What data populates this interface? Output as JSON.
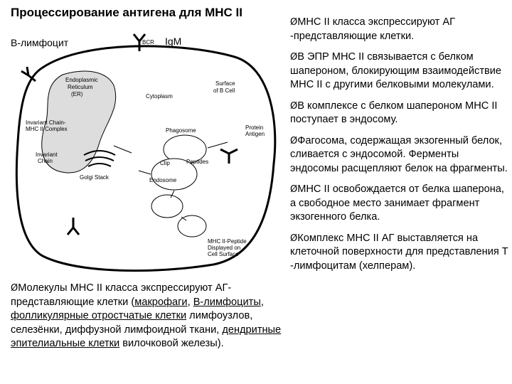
{
  "header": {
    "title": "Процессирование антигена для MHC II",
    "b_cell_label": "В-лимфоцит",
    "igm_label": "IgM",
    "bcr_label": "BCR"
  },
  "diagram": {
    "labels": {
      "er": "Endoplasmic Reticulum (ER)",
      "er_line1": "Endoplasmic",
      "er_line2": "Reticulum",
      "er_line3": "(ER)",
      "cytoplasm": "Cytoplasm",
      "surface1": "Surface",
      "surface2": "of B Cell",
      "complex1": "Invariant Chain-",
      "complex2": "MHC II Complex",
      "invariant1": "Invariant",
      "invariant2": "Chain",
      "golgi": "Golgi Stack",
      "phagosome": "Phagosome",
      "protein1": "Protein",
      "protein2": "Antigen",
      "clip": "Clip",
      "peptides": "Peptides",
      "endosome": "Endosome",
      "displayed1": "MHC II-Peptide",
      "displayed2": "Displayed on",
      "displayed3": "Cell Surface"
    }
  },
  "bullets": {
    "marker": "Ø",
    "right": [
      "MHC II класса экспрессируют АГ -представляющие клетки.",
      "В ЭПР MHC II связывается с белком шапероном, блокирующим взаимодействие MHC II с другими белковыми молекулами.",
      "В комплексе с белком шапероном MHC II поступает в эндосому.",
      "Фагосома, содержащая экзогенный белок, сливается с эндосомой. Ферменты эндосомы расщепляют белок на фрагменты.",
      "MHC II освобождается от белка шаперона, а свободное место занимает фрагмент экзогенного белка.",
      "Комплекс MHC II АГ выставляется на клеточной поверхности для представления Т -лимфоцитам (хелперам)."
    ],
    "left": {
      "t1": "Молекулы MHC II класса экспрессируют АГ-представляющие клетки (",
      "l1": "макрофаги",
      "t2": ", ",
      "l2": "В-лимфоциты",
      "t3": ", ",
      "l3": "фолликулярные отростчатые клетки",
      "t4": " лимфоузлов, селезёнки, диффузной лимфоидной ткани, ",
      "l4": "дендритные эпителиальные клетки",
      "t5": " вилочковой железы)."
    }
  }
}
